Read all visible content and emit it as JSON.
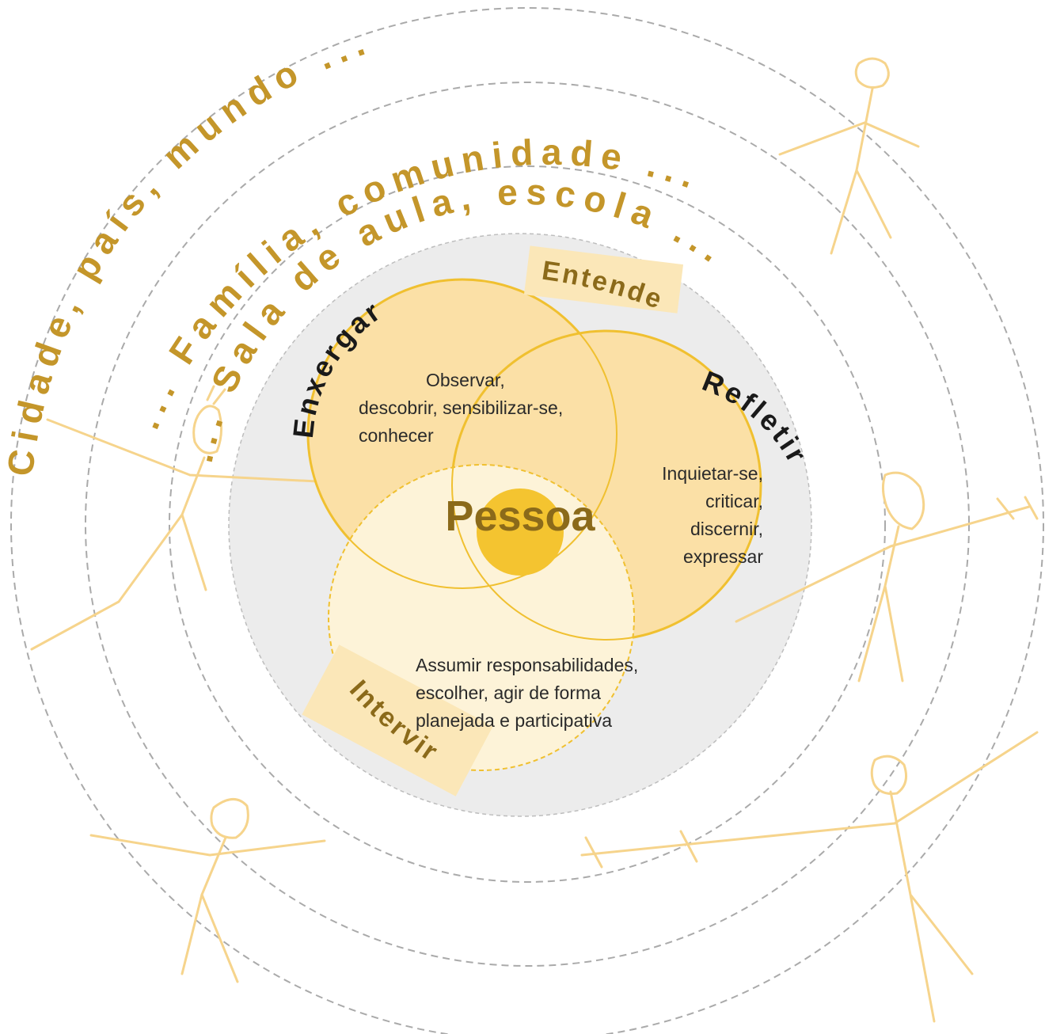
{
  "rings": {
    "outer": "Cidade, país, mundo ...",
    "middle": "... Família, comunidade ...",
    "inner": "... Sala de aula, escola ..."
  },
  "tags": {
    "entender": "Entender",
    "intervir": "Intervir"
  },
  "circles": {
    "enxergar": {
      "title": "Enxergar",
      "lines": [
        "Observar,",
        "descobrir, sensibilizar-se,",
        "conhecer"
      ]
    },
    "refletir": {
      "title": "Refletir",
      "lines": [
        "Inquietar-se,",
        "criticar,",
        "discernir,",
        "expressar"
      ]
    },
    "intervir": {
      "lines": [
        "Assumir responsabilidades,",
        "escolher, agir de forma",
        "planejada e participativa"
      ]
    }
  },
  "center": "Pessoa",
  "colors": {
    "ring_text": "#c4962a",
    "circle_stroke": "#f0c030",
    "circle_fill_dark": "#fbe0a6",
    "circle_fill_light": "#fdf3d8",
    "core": "#f4c430",
    "gray_disc": "#ececec",
    "figures": "#f6d48c"
  }
}
